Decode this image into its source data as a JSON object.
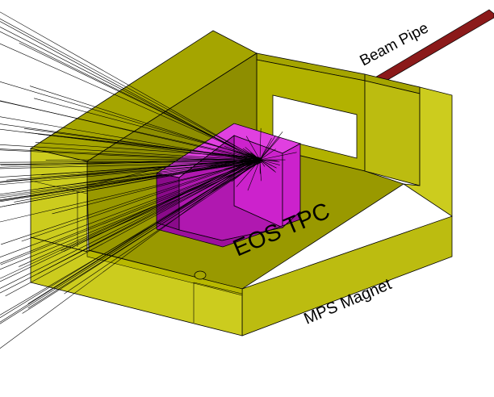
{
  "labels": {
    "beam_pipe": "Beam Pipe",
    "tpc": "EOS TPC",
    "magnet": "MPS Magnet"
  },
  "colors": {
    "magnet_top": "#a5a500",
    "magnet_front": "#cccc1e",
    "magnet_side": "#bcbc10",
    "magnet_inner": "#8e8e00",
    "magnet_floor": "#999900",
    "tpc_face": "#cc22cc",
    "tpc_dark": "#8a0a8a",
    "tpc_light": "#e040e0",
    "beam": "#8b1a1a",
    "tracks": "#000000"
  }
}
